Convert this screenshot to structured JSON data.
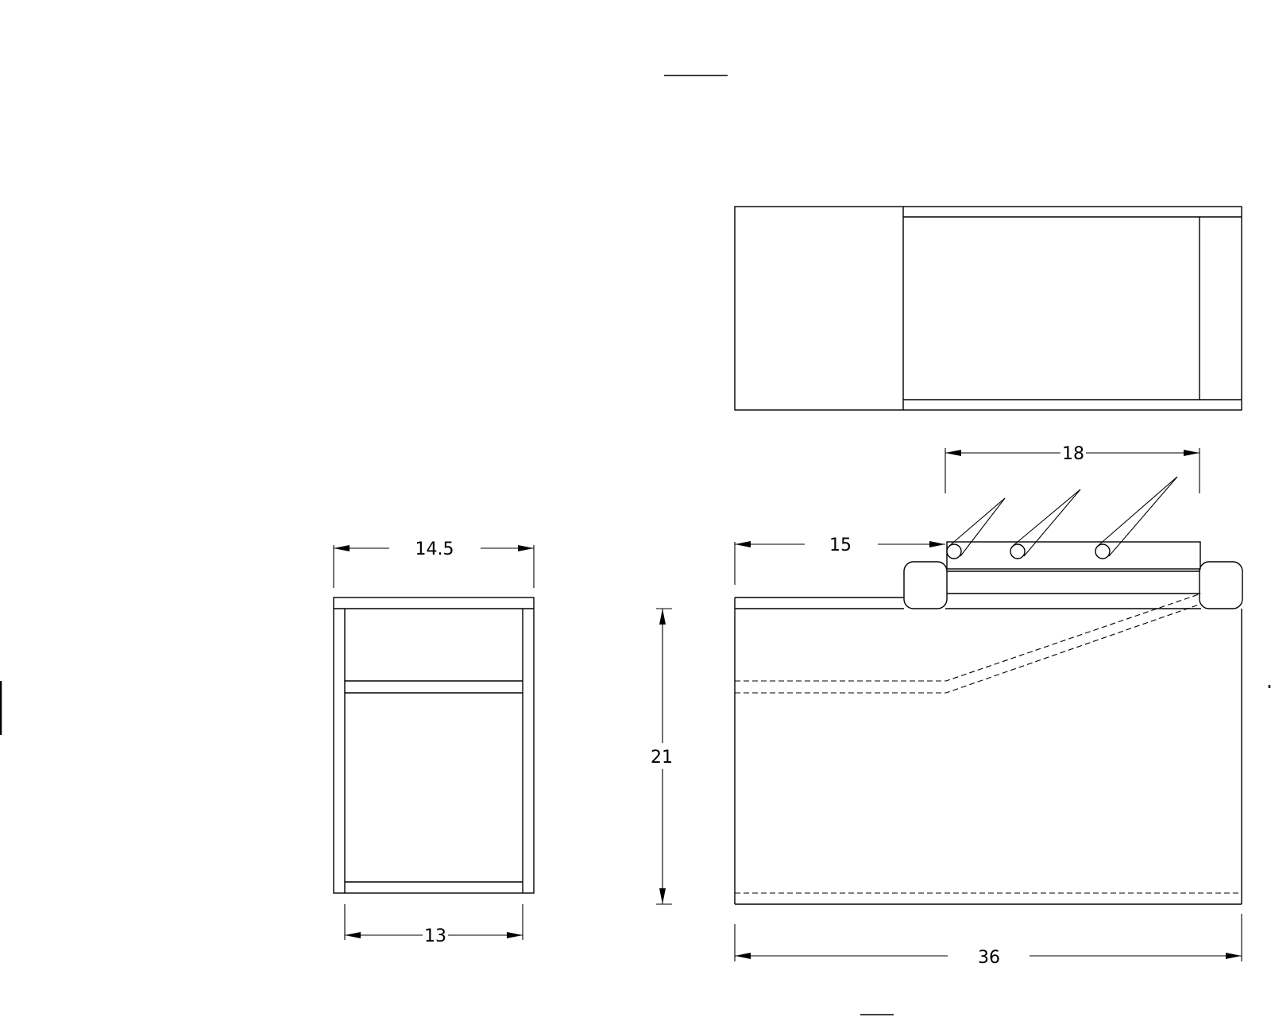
{
  "drawing": {
    "dimensions": {
      "side_outer_width": "14.5",
      "side_inner_width": "13",
      "height": "21",
      "front_width": "36",
      "top_offset": "15",
      "top_span": "18"
    }
  }
}
